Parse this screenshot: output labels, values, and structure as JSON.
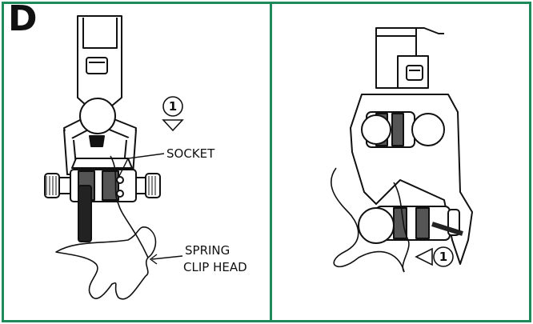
{
  "figure": {
    "letter": "D",
    "socket_label": "SOCKET",
    "spring_label_line1": "SPRING",
    "spring_label_line2": "CLIP HEAD",
    "step_left": "1",
    "step_right": "1"
  },
  "colors": {
    "border": "#1f8a5a",
    "ink": "#111111",
    "roller": "#555555"
  }
}
